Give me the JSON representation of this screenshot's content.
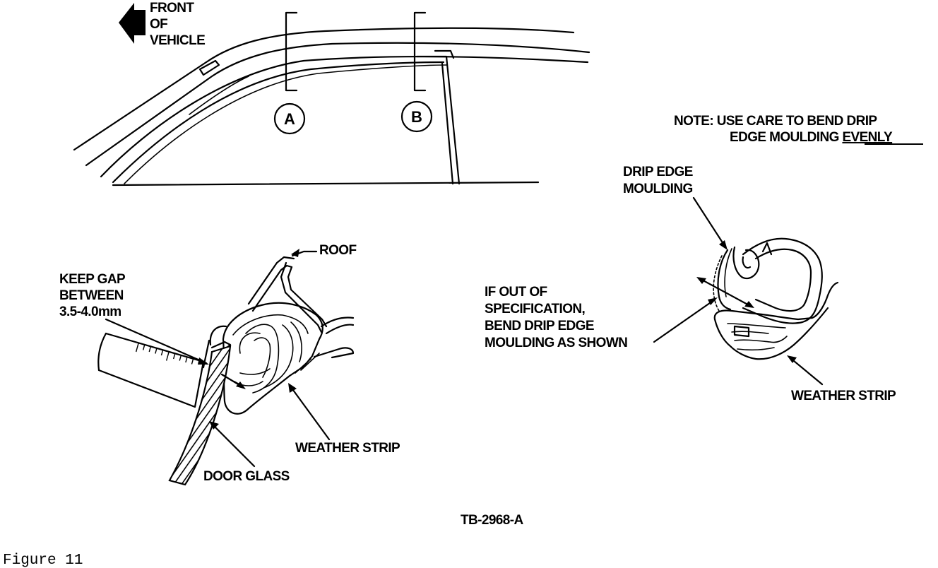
{
  "figure": {
    "front_label": [
      "FRONT",
      "OF",
      "VEHICLE"
    ],
    "marker_a": "A",
    "marker_b": "B",
    "note": [
      "NOTE:  USE CARE TO BEND DRIP",
      "EDGE MOULDING "
    ],
    "note_emphasis": "EVENLY",
    "roof": "ROOF",
    "keep_gap": [
      "KEEP GAP",
      "BETWEEN",
      "3.5-4.0mm"
    ],
    "weather_strip_left": "WEATHER STRIP",
    "door_glass": "DOOR GLASS",
    "drip_edge": [
      "DRIP EDGE",
      "MOULDING"
    ],
    "out_of_spec": [
      "IF OUT OF",
      "SPECIFICATION,",
      "BEND DRIP EDGE",
      "MOULDING AS SHOWN"
    ],
    "weather_strip_right": "WEATHER STRIP",
    "code": "TB-2968-A",
    "caption": "Figure  11"
  }
}
